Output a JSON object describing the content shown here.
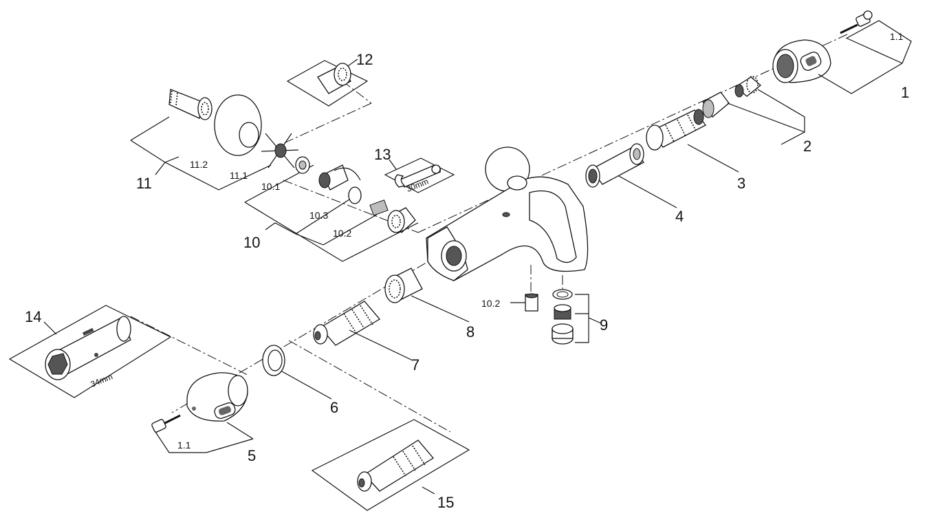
{
  "labels": {
    "p1": "1",
    "p1_1_top": "1.1",
    "p2": "2",
    "p3": "3",
    "p4": "4",
    "p5": "5",
    "p1_1_bottom": "1.1",
    "p6": "6",
    "p7": "7",
    "p8": "8",
    "p9": "9",
    "p10": "10",
    "p10_1": "10.1",
    "p10_2": "10.2",
    "p10_2_body": "10.2",
    "p10_3": "10.3",
    "p11": "11",
    "p11_1": "11.1",
    "p11_2": "11.2",
    "p12": "12",
    "p13": "13",
    "p14": "14",
    "p15": "15"
  },
  "tools": {
    "wrench_size": "30mm",
    "socket_size": "34mm"
  }
}
